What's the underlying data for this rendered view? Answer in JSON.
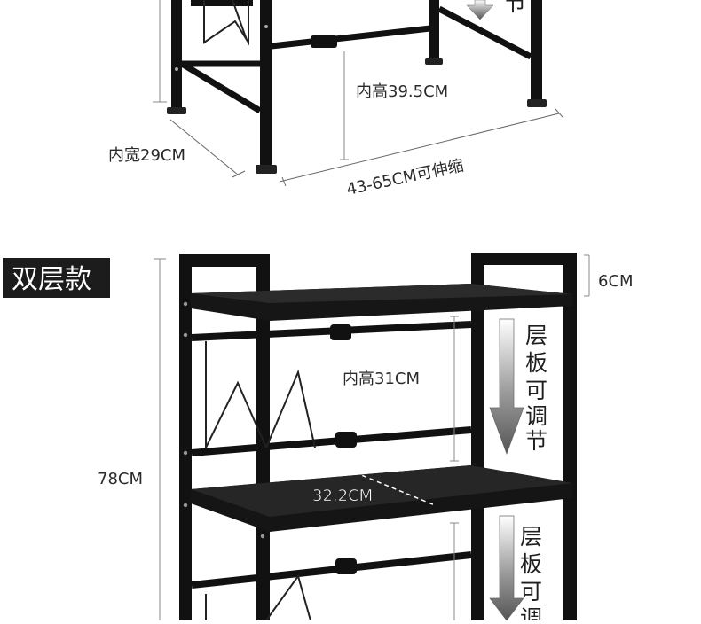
{
  "top": {
    "inner_height": "内高39.5CM",
    "inner_width": "内宽29CM",
    "telescopic": "43-65CM可伸缩",
    "clipped_char": "节"
  },
  "double": {
    "badge": "双层款",
    "top_rail": "6CM",
    "inner_height": "内高31CM",
    "total_height": "78CM",
    "depth": "32.2CM",
    "adjust_upper": [
      "层",
      "板",
      "可",
      "调",
      "节"
    ],
    "adjust_lower": [
      "层",
      "板",
      "可",
      "调"
    ]
  }
}
